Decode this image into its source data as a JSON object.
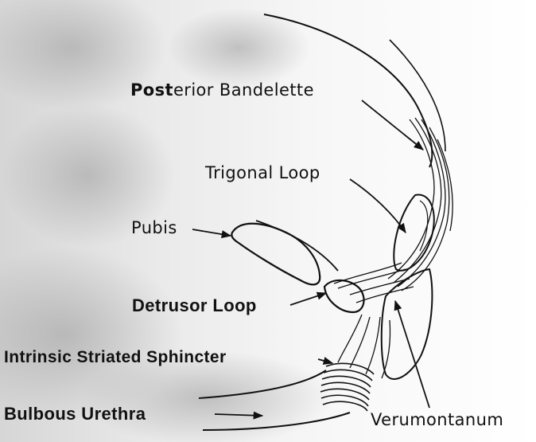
{
  "labels": {
    "posterior_bold": "Post",
    "posterior_rest": "erior Bandelette",
    "trigonal": "Trigonal Loop",
    "pubis": "Pubis",
    "detrusor": "Detrusor Loop",
    "intrinsic": "Intrinsic Striated Sphincter",
    "bulbous": "Bulbous Urethra",
    "verumontanum": "Verumontanum"
  }
}
